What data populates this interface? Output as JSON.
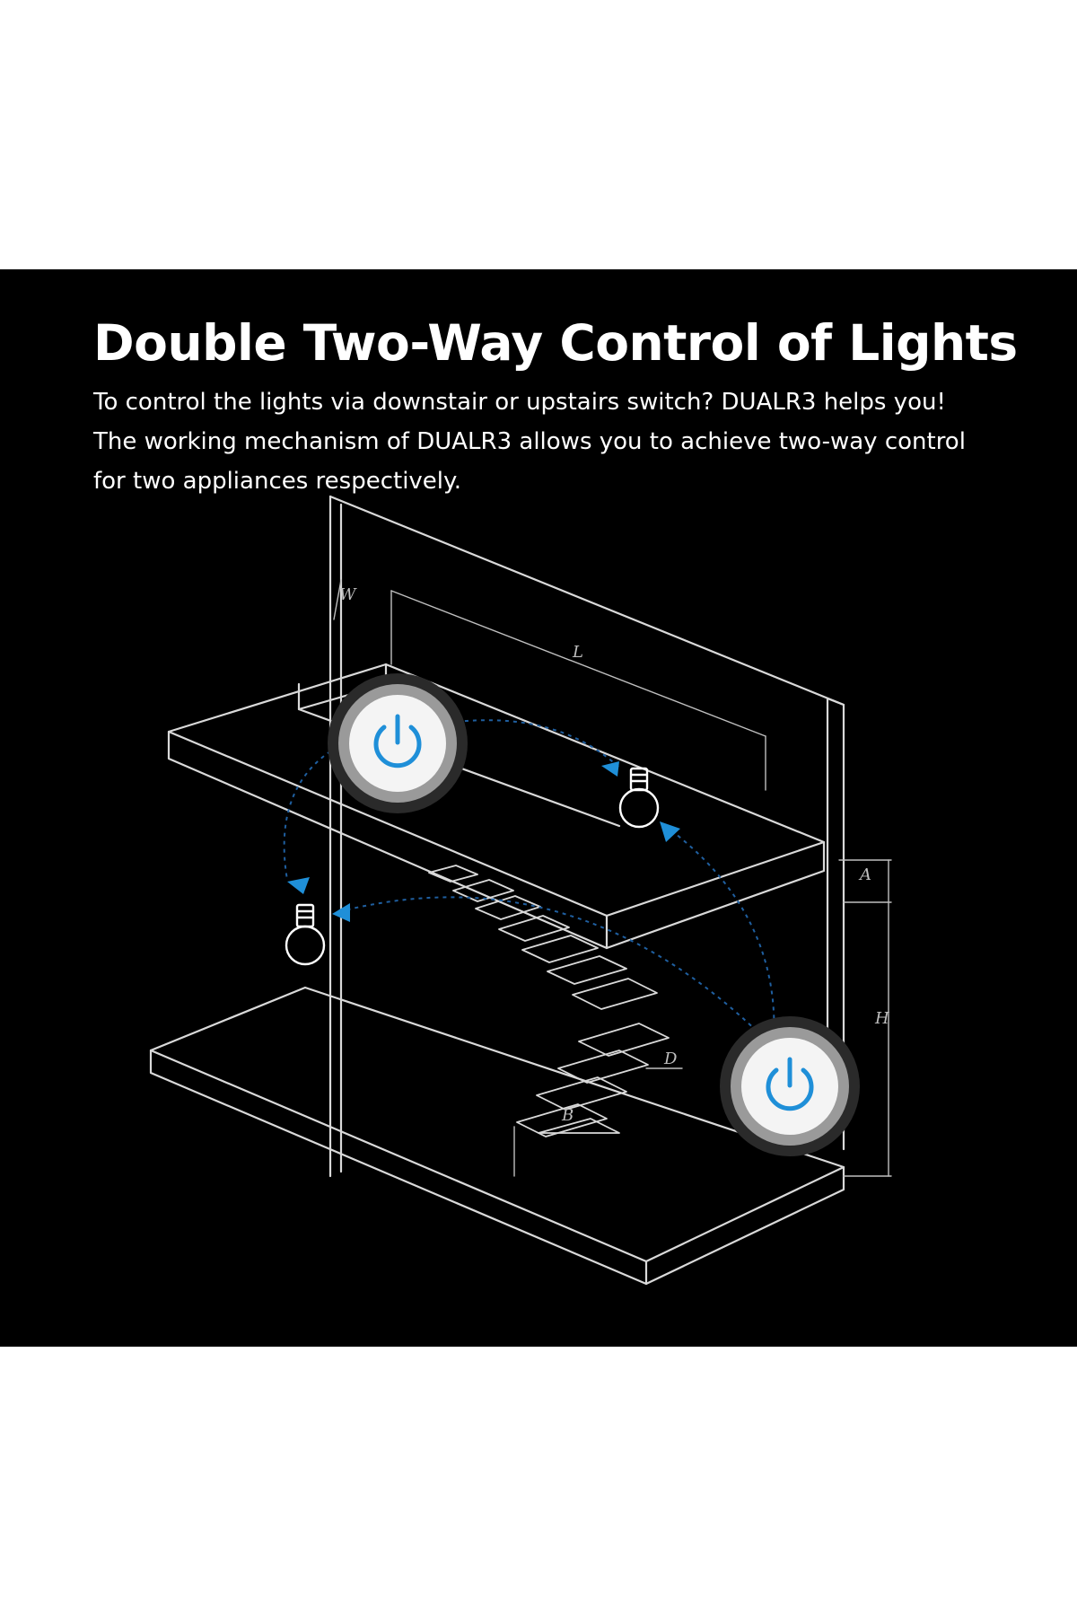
{
  "headline": "Double Two-Way Control of Lights",
  "body_lines": [
    "To control the lights via downstair or upstairs switch? DUALR3 helps you!",
    "The working mechanism of DUALR3 allows you to achieve two-way control",
    "for two appliances respectively."
  ],
  "illustration": {
    "dimension_labels": [
      "W",
      "L",
      "A",
      "H",
      "D",
      "B"
    ],
    "icons": [
      "power-icon",
      "power-icon",
      "light-bulb-icon",
      "light-bulb-icon"
    ],
    "colors": {
      "background": "#000000",
      "text": "#ffffff",
      "accent": "#1f8fd8",
      "line": "#d9d9d9"
    }
  }
}
